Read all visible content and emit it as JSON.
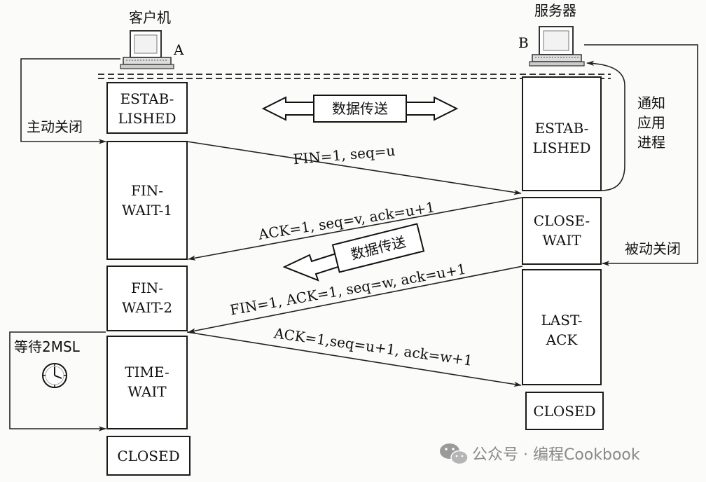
{
  "hosts": {
    "client": "客户机",
    "server": "服务器",
    "client_id": "A",
    "server_id": "B"
  },
  "client_states": [
    [
      "ESTAB-",
      "LISHED"
    ],
    [
      "FIN-",
      "WAIT-1"
    ],
    [
      "FIN-",
      "WAIT-2"
    ],
    [
      "TIME-",
      "WAIT"
    ],
    [
      "CLOSED"
    ]
  ],
  "server_states": [
    [
      "ESTAB-",
      "LISHED"
    ],
    [
      "CLOSE-",
      "WAIT"
    ],
    [
      "LAST-",
      "ACK"
    ],
    [
      "CLOSED"
    ]
  ],
  "messages": {
    "fin1": "FIN=1, seq=u",
    "ack1": "ACK=1, seq=v, ack=u+1",
    "fin2": "FIN=1, ACK=1, seq=w, ack=u+1",
    "ack2": "ACK=1,seq=u+1, ack=w+1"
  },
  "labels": {
    "data_transfer": "数据传送",
    "data_transfer_2": "数据传送",
    "active_close": "主动关闭",
    "passive_close": "被动关闭",
    "notify_app": [
      "通知",
      "应用",
      "进程"
    ],
    "wait_2msl": "等待2MSL"
  },
  "watermark": "公众号 · 编程Cookbook"
}
